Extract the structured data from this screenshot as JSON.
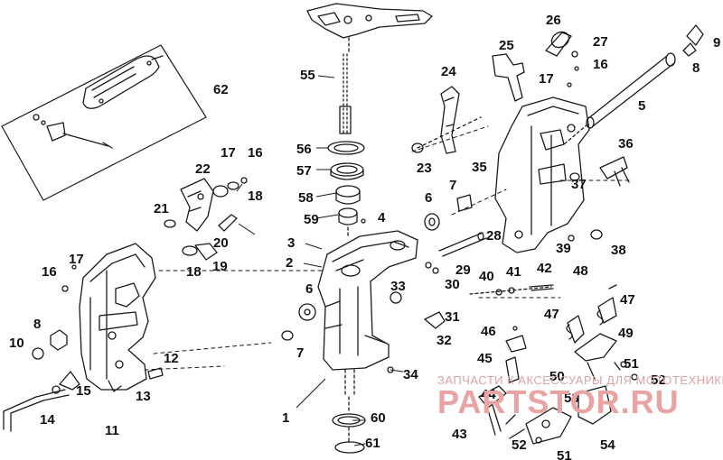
{
  "diagram": {
    "labels": {
      "p1": "1",
      "p2": "2",
      "p3": "3",
      "p4": "4",
      "p5": "5",
      "p6a": "6",
      "p6b": "6",
      "p7a": "7",
      "p7b": "7",
      "p8a": "8",
      "p8b": "8",
      "p9": "9",
      "p10": "10",
      "p11": "11",
      "p12": "12",
      "p13": "13",
      "p14": "14",
      "p15": "15",
      "p16a": "16",
      "p16b": "16",
      "p16c": "16",
      "p17a": "17",
      "p17b": "17",
      "p17c": "17",
      "p18a": "18",
      "p18b": "18",
      "p19": "19",
      "p20": "20",
      "p21": "21",
      "p22": "22",
      "p23": "23",
      "p24": "24",
      "p25": "25",
      "p26": "26",
      "p27": "27",
      "p28": "28",
      "p29": "29",
      "p30": "30",
      "p31": "31",
      "p32": "32",
      "p33": "33",
      "p34": "34",
      "p35": "35",
      "p36": "36",
      "p37": "37",
      "p38": "38",
      "p39": "39",
      "p40": "40",
      "p41": "41",
      "p42": "42",
      "p43": "43",
      "p44": "44",
      "p45": "45",
      "p46": "46",
      "p47a": "47",
      "p47b": "47",
      "p48": "48",
      "p49": "49",
      "p50": "50",
      "p51a": "51",
      "p51b": "51",
      "p52a": "52",
      "p52b": "52",
      "p53": "53",
      "p54": "54",
      "p55": "55",
      "p56": "56",
      "p57": "57",
      "p58": "58",
      "p59": "59",
      "p60": "60",
      "p61": "61",
      "p62": "62"
    },
    "colors": {
      "line": "#1a1a1a",
      "watermark_text": "#d9a3a3",
      "watermark_brand": "#e9a3a3"
    }
  },
  "watermark": {
    "line1": "ЗАПЧАСТИ К АКСЕССУАРЫ ДЛЯ МОТОТЕХНИКИ",
    "brand": "PARTSTOR.RU"
  }
}
